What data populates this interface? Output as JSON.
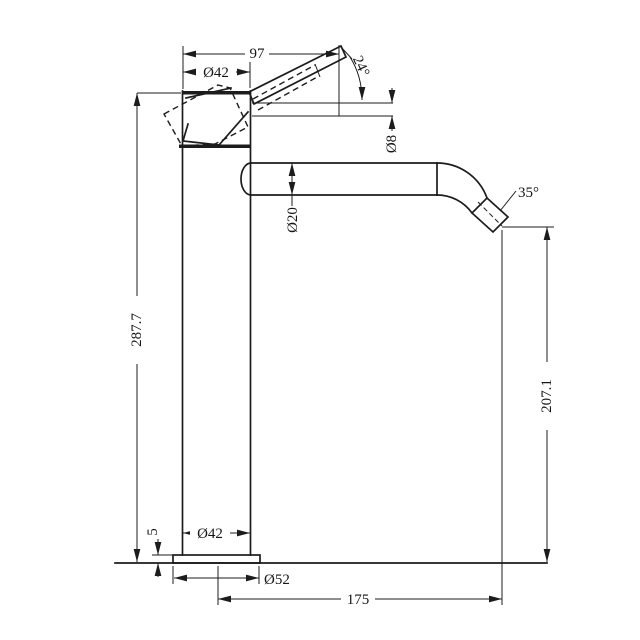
{
  "drawing": {
    "background": "#ffffff",
    "line_color": "#1c1c1c",
    "labels": {
      "spout_top_length": "97",
      "top_diameter": "Ø42",
      "handle_angle": "24°",
      "handle_rod_diameter": "Ø8",
      "spout_tube_diameter": "Ø20",
      "outlet_angle": "35°",
      "overall_height": "287.7",
      "spout_outlet_height": "207.1",
      "base_plate_height": "5",
      "body_diameter": "Ø42",
      "base_plate_diameter": "Ø52",
      "spout_reach": "175"
    }
  }
}
